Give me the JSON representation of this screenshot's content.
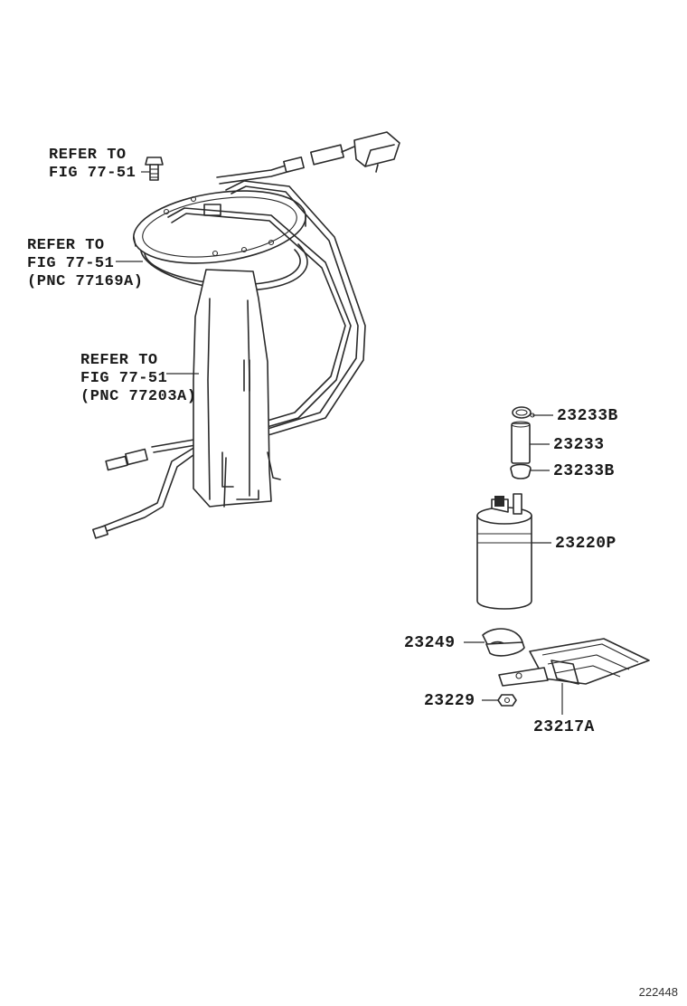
{
  "callouts": {
    "refer_bolt": {
      "line1": "REFER TO",
      "line2": "FIG 77-51"
    },
    "refer_gasket": {
      "line1": "REFER TO",
      "line2": "FIG 77-51",
      "line3": "(PNC 77169A)"
    },
    "refer_bracket": {
      "line1": "REFER TO",
      "line2": "FIG 77-51",
      "line3": "(PNC 77203A)"
    }
  },
  "parts": {
    "clamp_upper": "23233B",
    "hose": "23233",
    "clamp_lower": "23233B",
    "fuel_pump": "23220P",
    "cushion": "23249",
    "nut": "23229",
    "filter": "23217A"
  },
  "figure_number": "222448"
}
